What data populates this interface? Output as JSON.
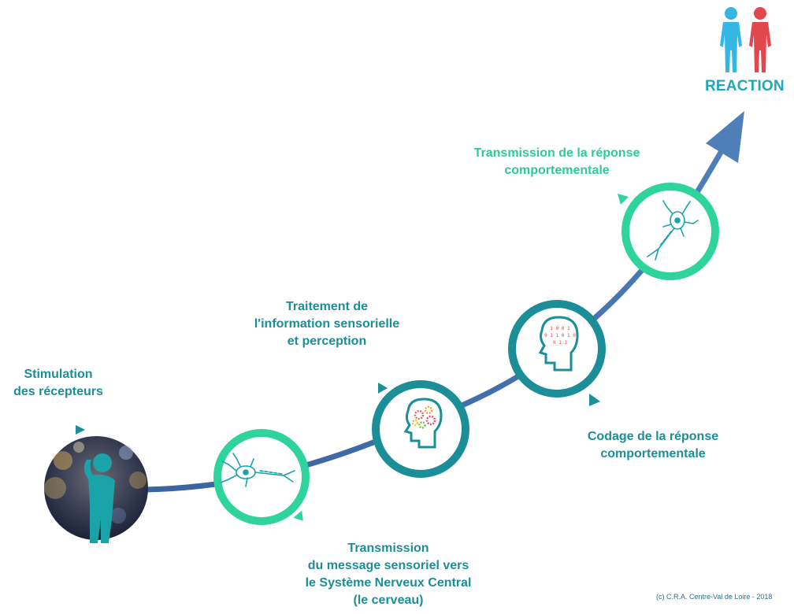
{
  "reaction_label": "REACTION",
  "steps": [
    {
      "lines": [
        "Stimulation",
        "des récepteurs"
      ]
    },
    {
      "lines": [
        "Transmission",
        "du message sensoriel vers",
        "le Système Nerveux Central",
        "(le cerveau)"
      ]
    },
    {
      "lines": [
        "Traitement de",
        "l'information sensorielle",
        "et perception"
      ]
    },
    {
      "lines": [
        "Codage de la réponse",
        "comportementale"
      ]
    },
    {
      "lines": [
        "Transmission de la réponse",
        "comportementale"
      ]
    }
  ],
  "credit": "(c) C.R.A. Centre-Val de Loire - 2018",
  "colors": {
    "curve": "#3f6fa5",
    "ring_green": "#2fd39c",
    "ring_teal": "#1b8e98",
    "text_teal": "#1b8e98",
    "text_green": "#2ec99a",
    "figure_blue": "#35b7e3",
    "figure_red": "#e2474d"
  },
  "icons": [
    "person-head-icon",
    "neuron-icon",
    "brain-gears-icon",
    "brain-binary-icon",
    "neuron-icon",
    "person-blue-icon",
    "person-red-icon"
  ]
}
